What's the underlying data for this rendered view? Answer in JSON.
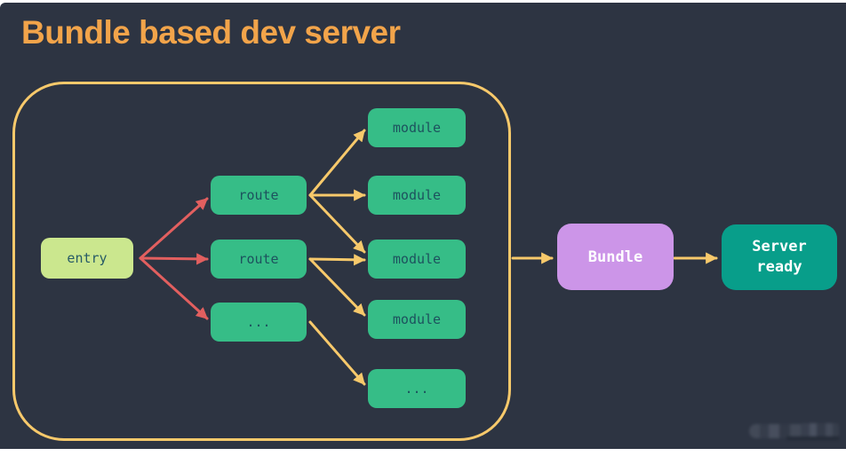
{
  "title": "Bundle based dev server",
  "diagram": {
    "entry": {
      "label": "entry"
    },
    "routes": [
      {
        "label": "route"
      },
      {
        "label": "route"
      },
      {
        "label": "..."
      }
    ],
    "modules": [
      {
        "label": "module"
      },
      {
        "label": "module"
      },
      {
        "label": "module"
      },
      {
        "label": "module"
      },
      {
        "label": "..."
      }
    ],
    "bundle": {
      "label": "Bundle"
    },
    "server": {
      "label": "Server ready"
    }
  },
  "colors": {
    "page_margin": "#ffffff",
    "slide_background": "#2d3442",
    "title_text": "#f2a44a",
    "container_border": "#f7c96b",
    "yellow_arrow": "#f7c96b",
    "red_arrow": "#e25f5f",
    "entry_fill": "#cbe78e",
    "node_fill": "#36bd87",
    "node_text": "#1d525e",
    "bundle_fill": "#cc95e8",
    "server_fill": "#089e8a",
    "light_text": "#ffffff"
  }
}
